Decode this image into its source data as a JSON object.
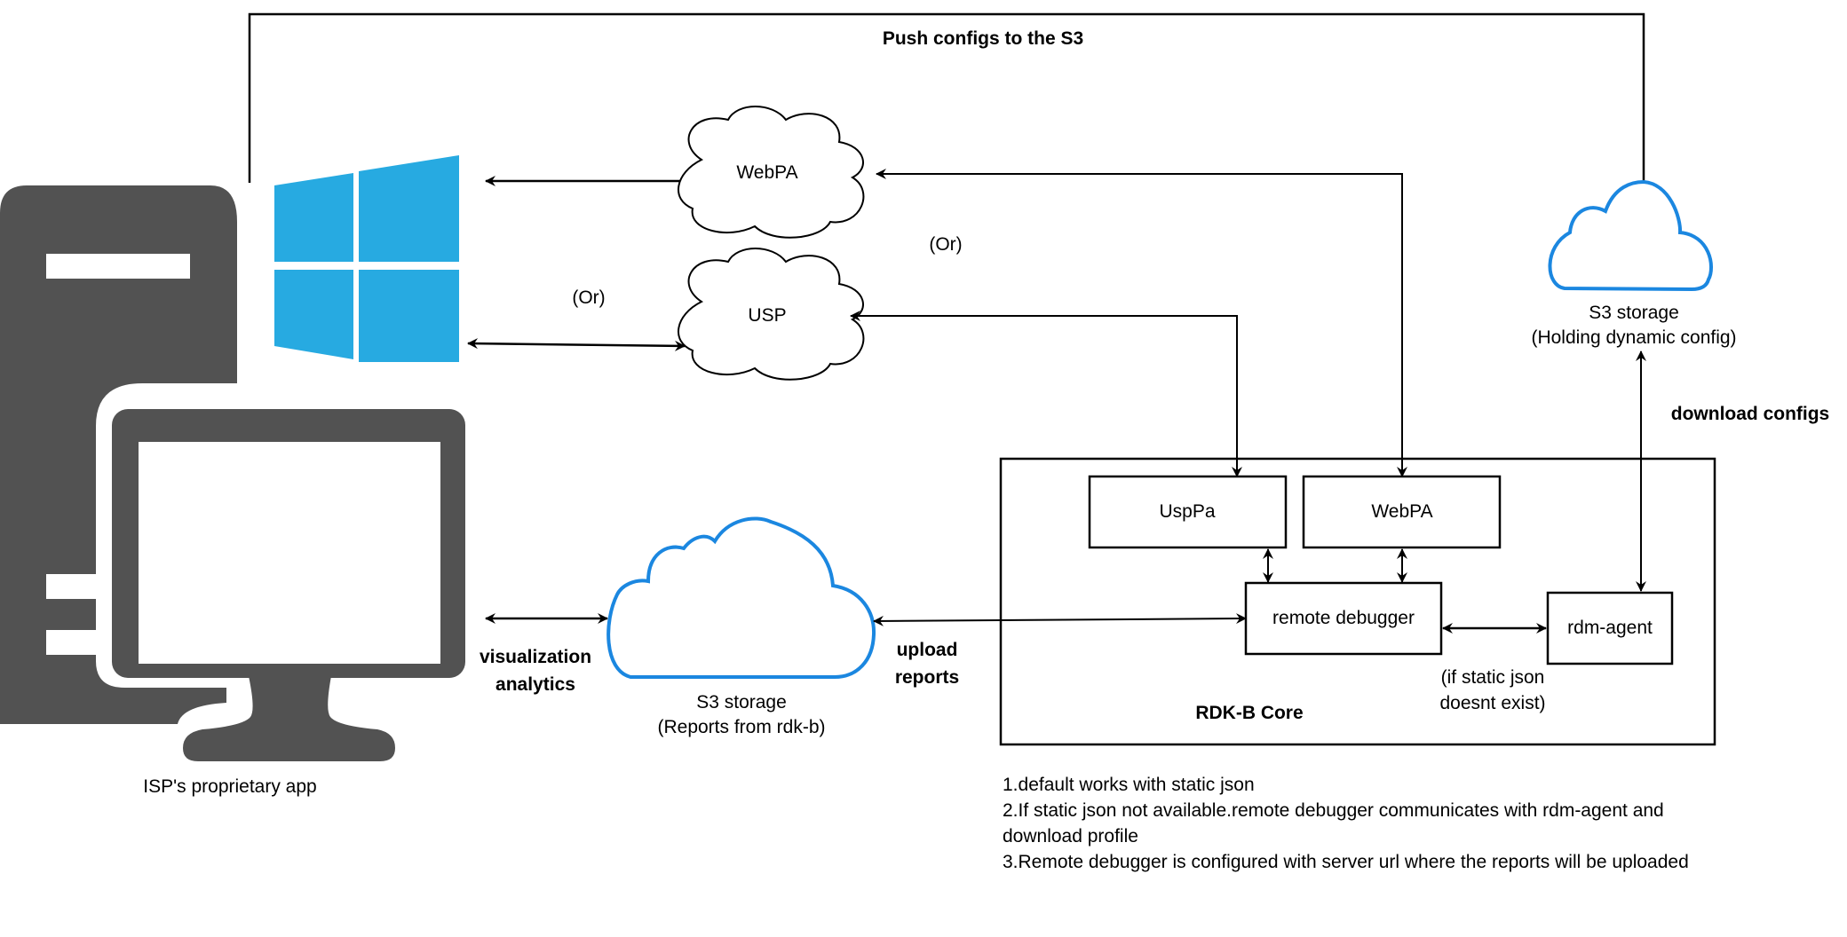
{
  "title": "RDK-B Remote Debugger Architecture",
  "colors": {
    "cloud_blue": "#1b87e0",
    "windows_blue": "#27aae1",
    "computer_gray": "#525252",
    "line": "#000000"
  },
  "labels": {
    "push_configs": "Push configs to the S3",
    "webpa_cloud": "WebPA",
    "usp_cloud": "USP",
    "or_left": "(Or)",
    "or_right": "(Or)",
    "s3_config_title": "S3 storage",
    "s3_config_subtitle": "(Holding dynamic config)",
    "download_configs": "download configs",
    "s3_reports_title": "S3 storage",
    "s3_reports_subtitle": "(Reports from rdk-b)",
    "visualization": "visualization",
    "analytics": "analytics",
    "upload": "upload",
    "reports": "reports",
    "isp_app": "ISP's proprietary app",
    "if_static_1": "(if static json",
    "if_static_2": "doesnt exist)"
  },
  "rdkb_core": {
    "label": "RDK-B Core",
    "components": {
      "usppa": "UspPa",
      "webpa": "WebPA",
      "remote_debugger": "remote debugger",
      "rdm_agent": "rdm-agent"
    }
  },
  "icons": {
    "computer": "desktop-computer-icon",
    "windows": "windows-logo-icon",
    "cloud": "cloud-icon"
  },
  "notes": [
    "1.default works with static json",
    "2.If static json not available.remote debugger communicates with rdm-agent and download profile",
    "3.Remote debugger is configured with server url where the reports will be uploaded"
  ]
}
